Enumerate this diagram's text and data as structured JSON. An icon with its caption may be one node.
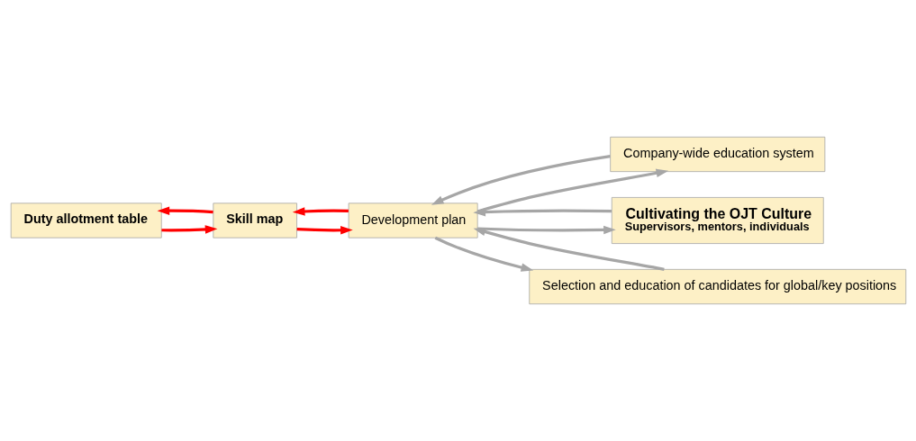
{
  "diagram": {
    "nodes": [
      {
        "text": [
          "Duty allotment table"
        ]
      },
      {
        "text": [
          "Skill map"
        ]
      },
      {
        "text": [
          "Development plan"
        ]
      },
      {
        "text": [
          "Company-wide education system"
        ]
      },
      {
        "text": [
          "Cultivating the OJT Culture",
          "Supervisors, mentors, individuals"
        ]
      },
      {
        "text": [
          "Selection and education of candidates for global/key positions"
        ]
      }
    ],
    "edges": [
      {
        "from": 0,
        "to": 1,
        "arrow": "to",
        "color": "#ff0000"
      },
      {
        "from": 1,
        "to": 0,
        "arrow": "to",
        "color": "#ff0000"
      },
      {
        "from": 1,
        "to": 2,
        "arrow": "to",
        "color": "#ff0000"
      },
      {
        "from": 2,
        "to": 1,
        "arrow": "to",
        "color": "#ff0000"
      },
      {
        "from": 2,
        "to": 3,
        "arrow": "to"
      },
      {
        "from": 3,
        "to": 2,
        "arrow": "to"
      },
      {
        "from": 2,
        "to": 4,
        "arrow": "to"
      },
      {
        "from": 4,
        "to": 2,
        "arrow": "to"
      },
      {
        "from": 2,
        "to": 5,
        "arrow": "to"
      },
      {
        "from": 5,
        "to": 2,
        "arrow": "to"
      }
    ]
  }
}
